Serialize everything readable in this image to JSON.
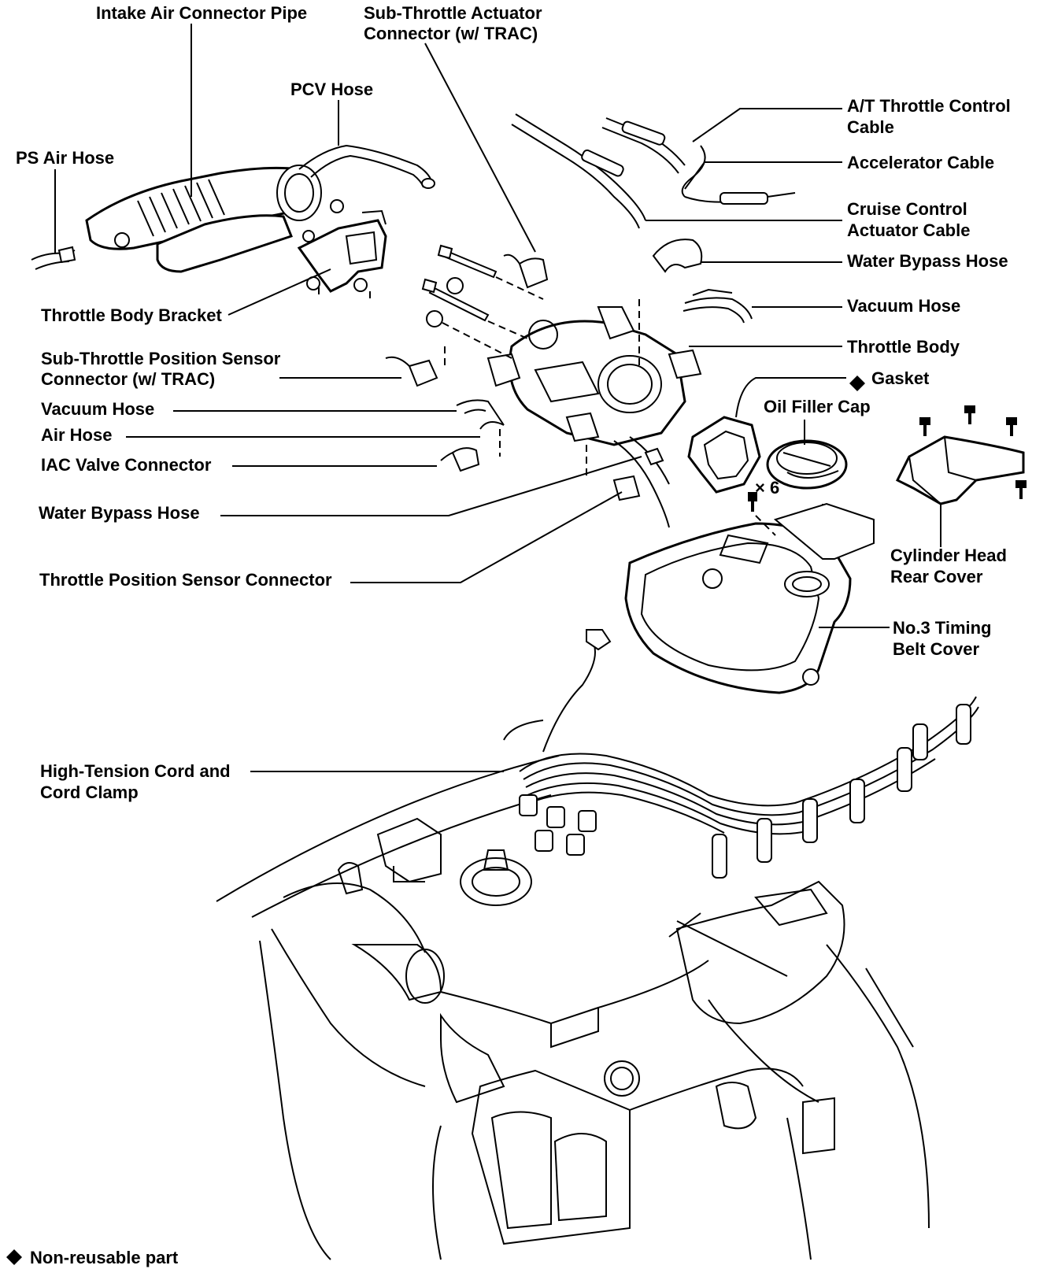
{
  "labels": {
    "intake_air_connector_pipe": "Intake Air Connector Pipe",
    "sub_throttle_actuator_connector": [
      "Sub-Throttle Actuator",
      "Connector (w/ TRAC)"
    ],
    "pcv_hose": "PCV Hose",
    "ps_air_hose": "PS Air Hose",
    "at_throttle_control_cable": [
      "A/T Throttle Control",
      "Cable"
    ],
    "accelerator_cable": "Accelerator Cable",
    "cruise_control_actuator_cable": [
      "Cruise Control",
      "Actuator Cable"
    ],
    "water_bypass_hose_right": "Water Bypass Hose",
    "vacuum_hose_right": "Vacuum Hose",
    "throttle_body": "Throttle Body",
    "gasket": "Gasket",
    "oil_filler_cap": "Oil Filler Cap",
    "throttle_body_bracket": "Throttle Body Bracket",
    "sub_throttle_position_sensor_connector": [
      "Sub-Throttle Position Sensor",
      "Connector (w/ TRAC)"
    ],
    "vacuum_hose_left": "Vacuum Hose",
    "air_hose": "Air Hose",
    "iac_valve_connector": "IAC Valve Connector",
    "water_bypass_hose_left": "Water Bypass Hose",
    "throttle_position_sensor_connector": "Throttle Position Sensor Connector",
    "bolt_count": "× 6",
    "cylinder_head_rear_cover": [
      "Cylinder Head",
      "Rear Cover"
    ],
    "no3_timing_belt_cover": [
      "No.3 Timing",
      "Belt Cover"
    ],
    "high_tension_cord": [
      "High-Tension Cord and",
      "Cord Clamp"
    ],
    "legend": "Non-reusable part"
  },
  "symbols": {
    "non_reusable": "diamond"
  }
}
